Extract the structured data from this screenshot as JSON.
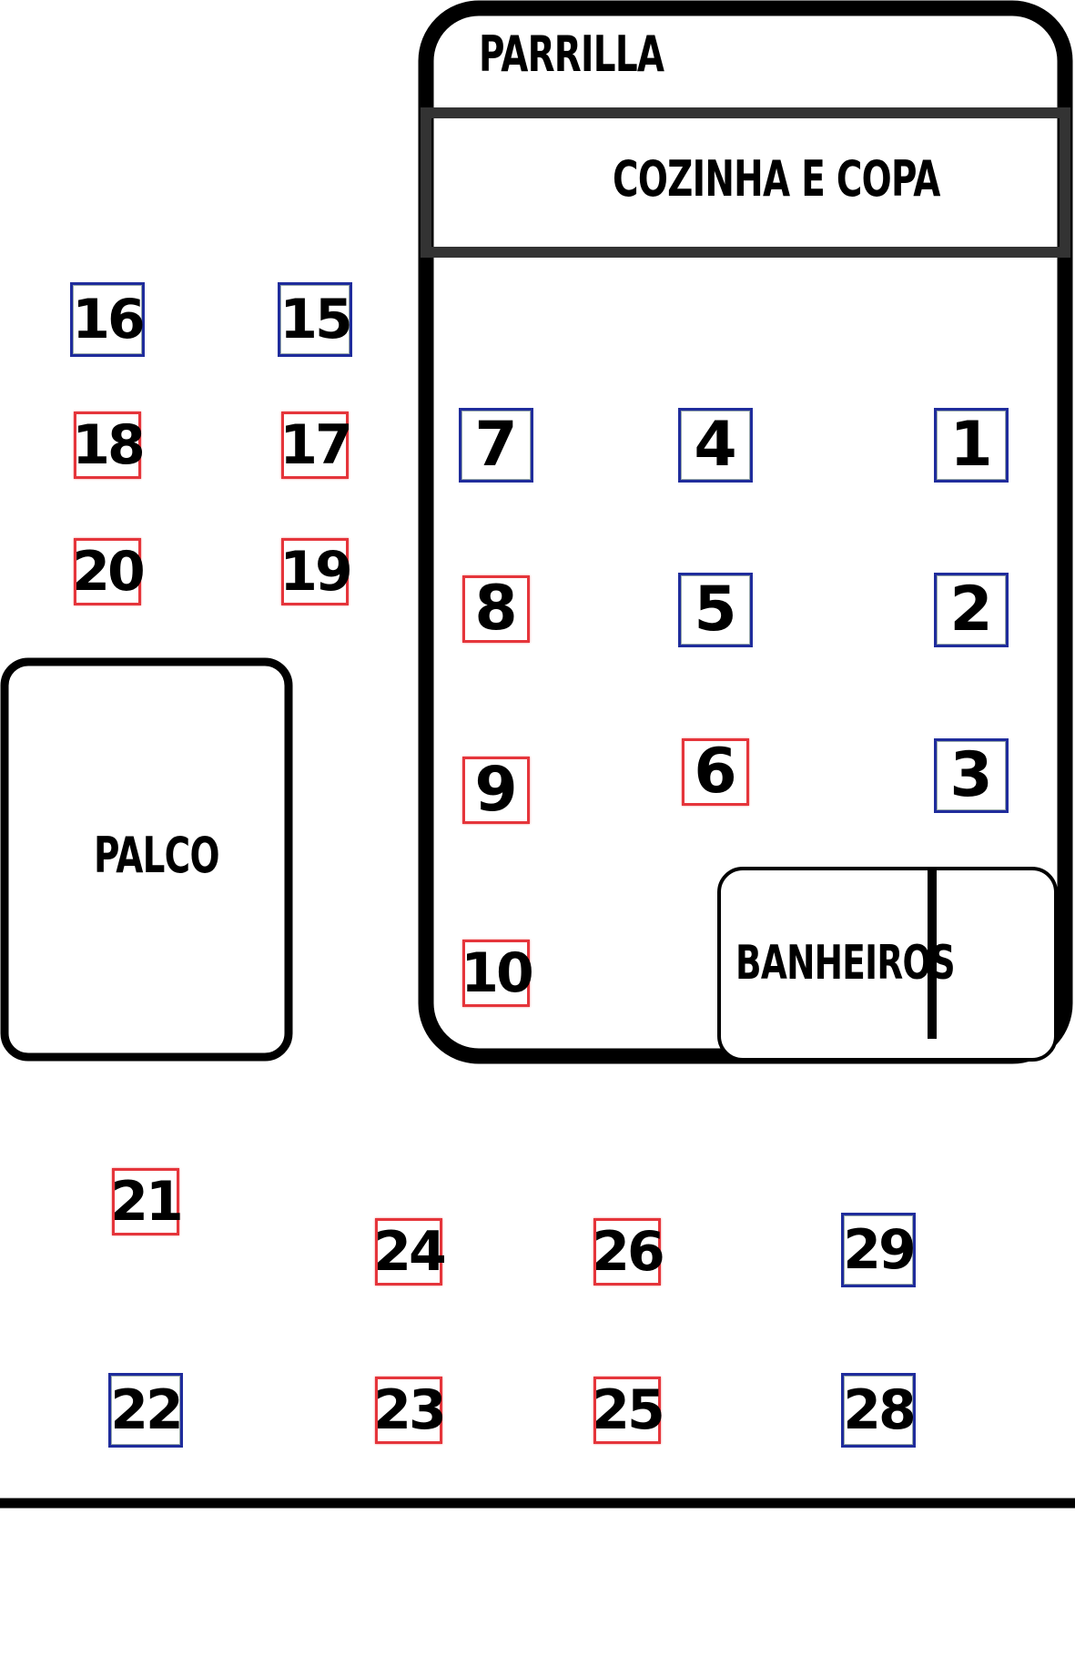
{
  "zones": {
    "parrilla": "PARRILLA",
    "cozinha": "COZINHA E COPA",
    "palco": "PALCO",
    "banheiros": "BANHEIROS"
  },
  "colors": {
    "blue": "#1f2c9c",
    "red": "#e5353b",
    "walls": "#000000"
  },
  "tables": [
    {
      "number": "1",
      "status": "blue"
    },
    {
      "number": "2",
      "status": "blue"
    },
    {
      "number": "3",
      "status": "blue"
    },
    {
      "number": "4",
      "status": "blue"
    },
    {
      "number": "5",
      "status": "blue"
    },
    {
      "number": "6",
      "status": "red"
    },
    {
      "number": "7",
      "status": "blue"
    },
    {
      "number": "8",
      "status": "red"
    },
    {
      "number": "9",
      "status": "red"
    },
    {
      "number": "10",
      "status": "red"
    },
    {
      "number": "15",
      "status": "blue"
    },
    {
      "number": "16",
      "status": "blue"
    },
    {
      "number": "17",
      "status": "red"
    },
    {
      "number": "18",
      "status": "red"
    },
    {
      "number": "19",
      "status": "red"
    },
    {
      "number": "20",
      "status": "red"
    },
    {
      "number": "21",
      "status": "red"
    },
    {
      "number": "22",
      "status": "blue"
    },
    {
      "number": "23",
      "status": "red"
    },
    {
      "number": "24",
      "status": "red"
    },
    {
      "number": "25",
      "status": "red"
    },
    {
      "number": "26",
      "status": "red"
    },
    {
      "number": "28",
      "status": "blue"
    },
    {
      "number": "29",
      "status": "blue"
    }
  ]
}
